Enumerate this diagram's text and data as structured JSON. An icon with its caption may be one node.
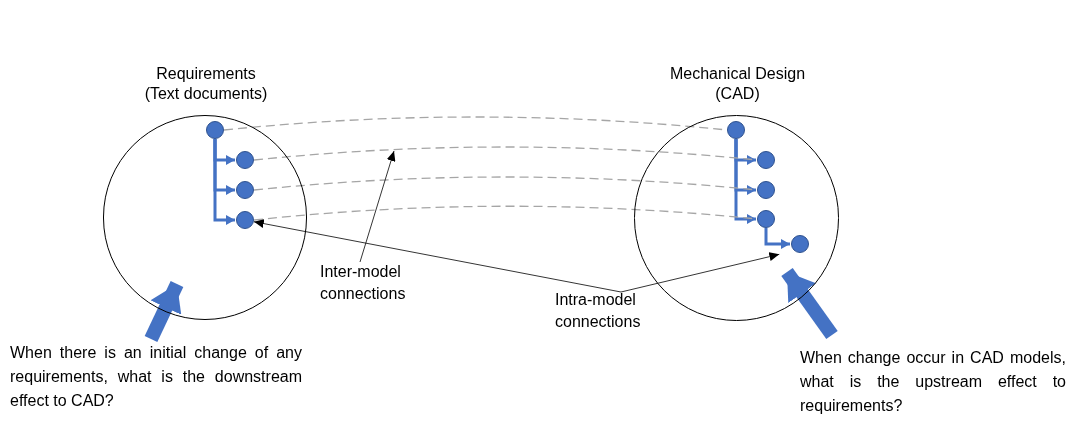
{
  "diagram": {
    "nodes": [
      {
        "text": [
          "Requirements (Text documents)"
        ]
      },
      {
        "text": [
          "Mechanical Design (CAD)"
        ]
      },
      {
        "text": [],
        "shape": "circle",
        "in": 0
      },
      {
        "text": [],
        "shape": "circle",
        "in": 0
      },
      {
        "text": [],
        "shape": "circle",
        "in": 0
      },
      {
        "text": [],
        "shape": "circle",
        "in": 0
      },
      {
        "text": [],
        "shape": "circle",
        "in": 1
      },
      {
        "text": [],
        "shape": "circle",
        "in": 1
      },
      {
        "text": [],
        "shape": "circle",
        "in": 1
      },
      {
        "text": [],
        "shape": "circle",
        "in": 1
      },
      {
        "text": [],
        "shape": "circle",
        "in": 1
      },
      {
        "text": [
          "Inter-model connections"
        ]
      },
      {
        "text": [
          "Intra-model connections"
        ]
      },
      {
        "text": [
          "When there is an initial change of any requirements, what is the downstream effect to CAD?"
        ]
      },
      {
        "text": [
          "When change occur in CAD models, what is the upstream effect to requirements?"
        ]
      }
    ],
    "edges": [
      {
        "from": 2,
        "to": 3,
        "arrow": "to"
      },
      {
        "from": 2,
        "to": 4,
        "arrow": "to"
      },
      {
        "from": 2,
        "to": 5,
        "arrow": "to"
      },
      {
        "from": 6,
        "to": 7,
        "arrow": "to"
      },
      {
        "from": 6,
        "to": 8,
        "arrow": "to"
      },
      {
        "from": 6,
        "to": 9,
        "arrow": "to"
      },
      {
        "from": 9,
        "to": 10,
        "arrow": "to"
      },
      {
        "from": 2,
        "to": 6,
        "arrow": "none",
        "style": "dashed",
        "color": "#a6a6a6"
      },
      {
        "from": 3,
        "to": 7,
        "arrow": "none",
        "style": "dashed",
        "color": "#a6a6a6"
      },
      {
        "from": 4,
        "to": 8,
        "arrow": "none",
        "style": "dashed",
        "color": "#a6a6a6"
      },
      {
        "from": 5,
        "to": 9,
        "arrow": "none",
        "style": "dashed",
        "color": "#a6a6a6"
      },
      {
        "from": 11,
        "to": null,
        "arrow": "to",
        "color": "#000000"
      },
      {
        "from": 12,
        "to": 5,
        "arrow": "to",
        "color": "#000000"
      },
      {
        "from": 12,
        "to": 10,
        "arrow": "to",
        "color": "#000000"
      },
      {
        "from": 13,
        "to": 0,
        "arrow": "to",
        "style": "thick"
      },
      {
        "from": 14,
        "to": 1,
        "arrow": "to",
        "style": "thick"
      }
    ]
  }
}
